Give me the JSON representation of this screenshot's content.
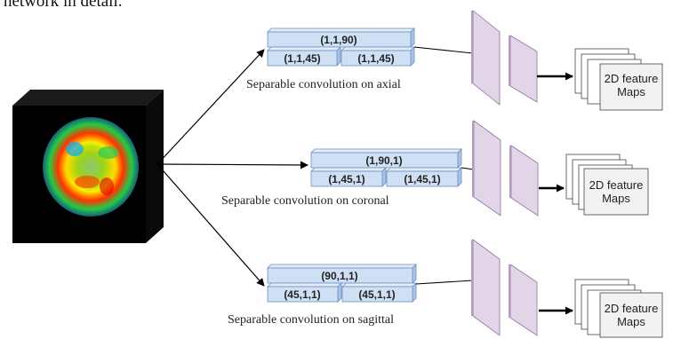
{
  "top_text": "network in detail.",
  "branches": [
    {
      "top_label": "(1,1,90)",
      "bottom_labels": [
        "(1,1,45)",
        "(1,1,45)"
      ],
      "caption": "Separable convolution on axial",
      "feature_label_line1": "2D feature",
      "feature_label_line2": "Maps"
    },
    {
      "top_label": "(1,90,1)",
      "bottom_labels": [
        "(1,45,1)",
        "(1,45,1)"
      ],
      "caption": "Separable convolution on coronal",
      "feature_label_line1": "2D feature",
      "feature_label_line2": "Maps"
    },
    {
      "top_label": "(90,1,1)",
      "bottom_labels": [
        "(45,1,1)",
        "(45,1,1)"
      ],
      "caption": "Separable convolution on sagittal",
      "feature_label_line1": "2D feature",
      "feature_label_line2": "Maps"
    }
  ],
  "colors": {
    "block_fill": "#cfe0f4",
    "block_stroke": "#6c8ebf",
    "layer_fill": "#e1d5e7",
    "layer_stroke": "#9673a6",
    "map_fill": "#f2f2f2"
  }
}
